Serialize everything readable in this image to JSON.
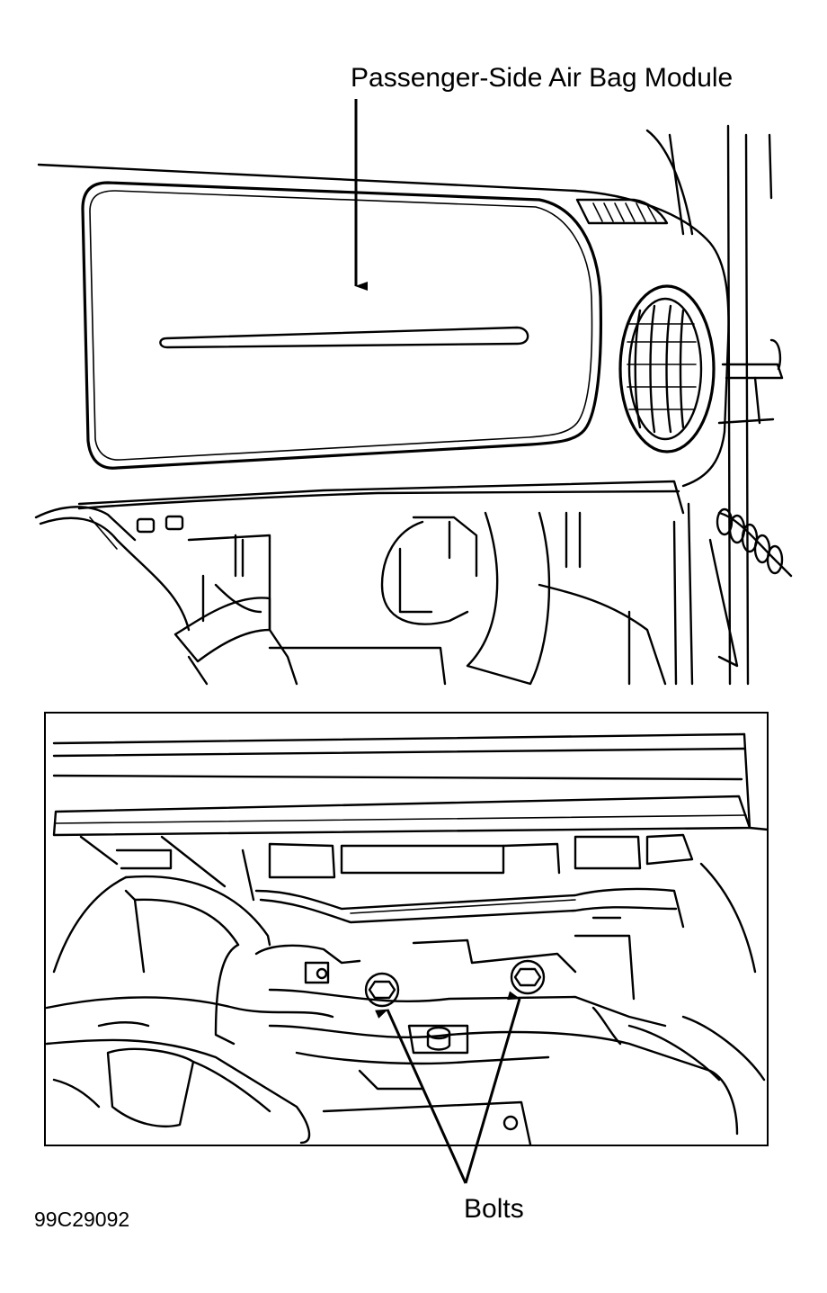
{
  "labels": {
    "module": "Passenger-Side Air Bag Module",
    "bolts": "Bolts",
    "figure_code": "99C29092"
  }
}
